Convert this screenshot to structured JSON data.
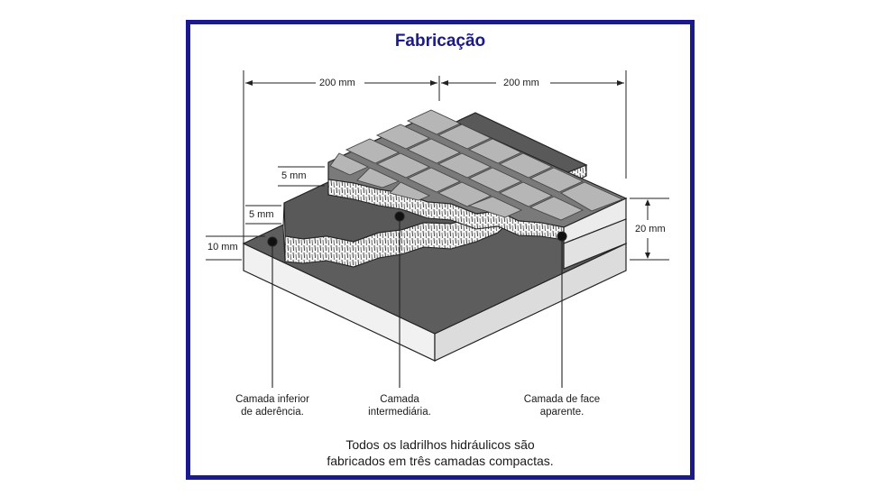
{
  "title": "Fabricação",
  "dimensions": {
    "width_left": "200 mm",
    "width_right": "200 mm",
    "top_layer": "5 mm",
    "middle_layer": "5 mm",
    "bottom_layer": "10 mm",
    "total": "20 mm"
  },
  "layers": [
    {
      "line1": "Camada inferior",
      "line2": "de aderência."
    },
    {
      "line1": "Camada",
      "line2": "intermediária."
    },
    {
      "line1": "Camada de face",
      "line2": "aparente."
    }
  ],
  "footer": {
    "line1": "Todos os ladrilhos hidráulicos são",
    "line2": "fabricados em três camadas compactas."
  },
  "colors": {
    "frame": "#1b1a8c",
    "title": "#1b1a8c",
    "dark_layer": "#5d5d5d",
    "tile_face": "#b6b6b6",
    "slab_side": "#f1f1f1"
  }
}
